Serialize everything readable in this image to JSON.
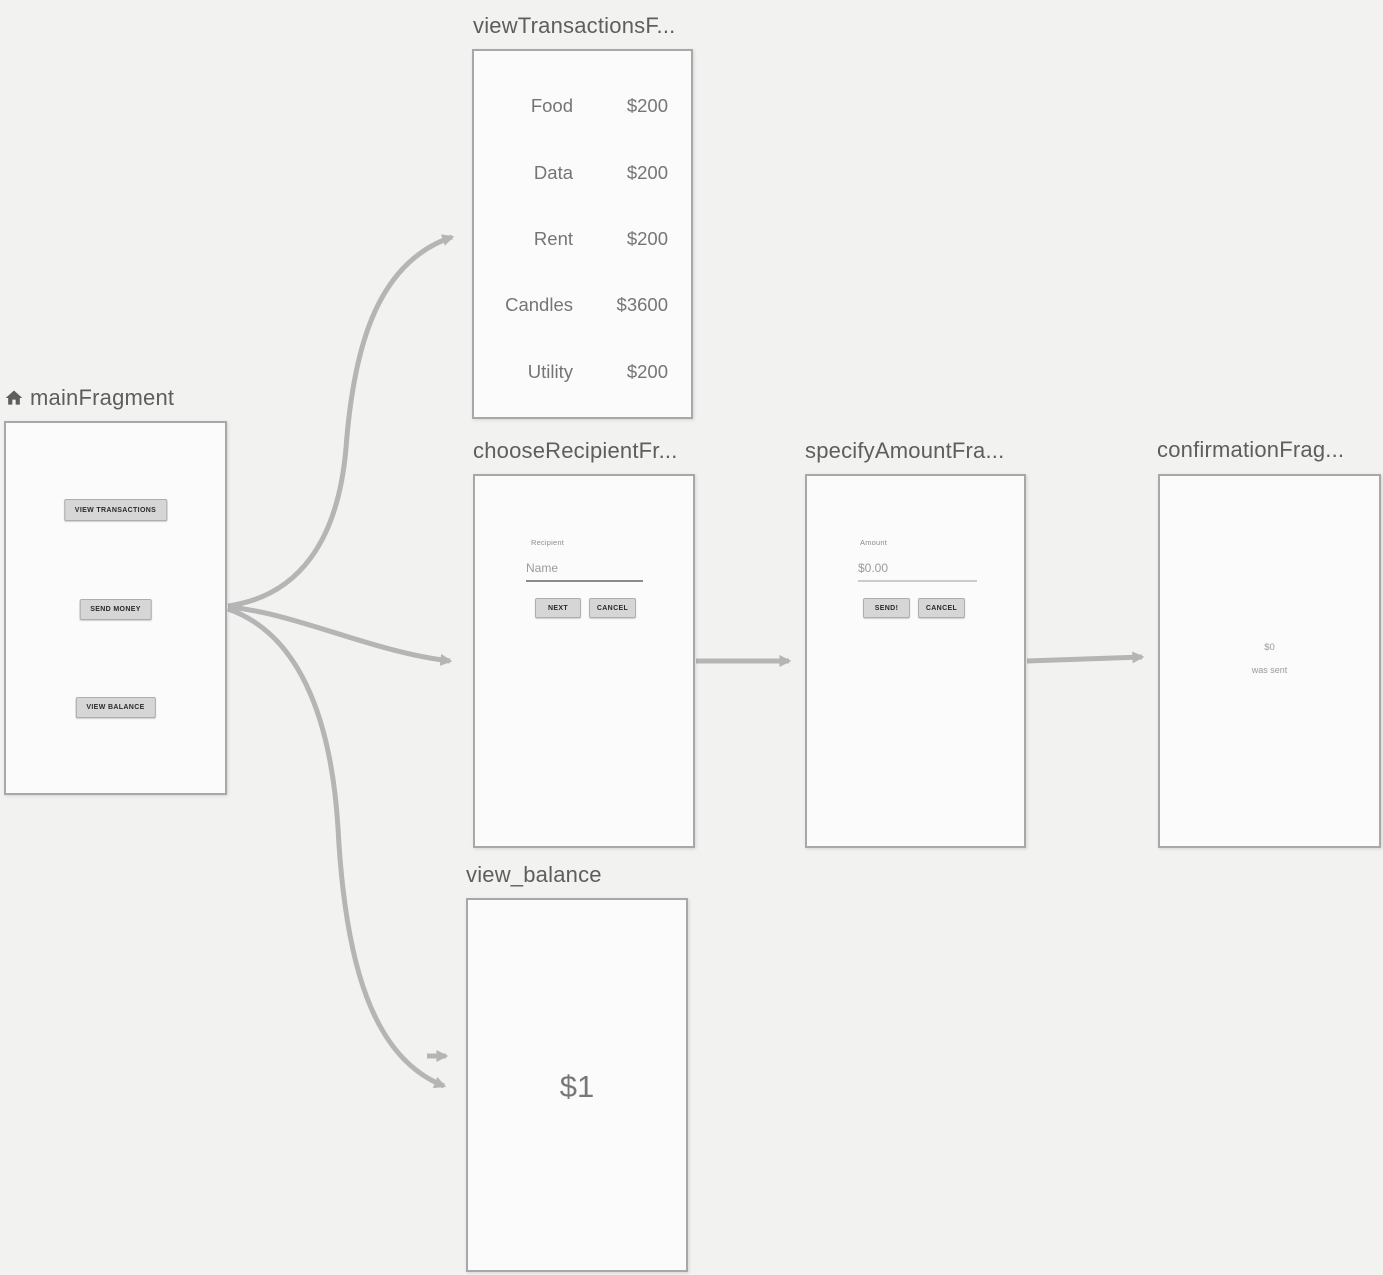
{
  "colors": {
    "background": "#f2f2f1",
    "card_bg": "#fbfbfb",
    "card_border": "#a8a8a8",
    "arrow": "#b5b5b5",
    "title_text": "#5e5e5e",
    "body_text": "#757575",
    "button_bg": "#d6d6d6",
    "hint_text": "#9b9b9b"
  },
  "fragments": {
    "main": {
      "title": "mainFragment",
      "home_icon": "home-icon",
      "buttons": {
        "view_transactions": "VIEW TRANSACTIONS",
        "send_money": "SEND MONEY",
        "view_balance": "VIEW BALANCE"
      }
    },
    "view_transactions": {
      "title": "viewTransactionsF...",
      "rows": [
        {
          "label": "Food",
          "amount": "$200"
        },
        {
          "label": "Data",
          "amount": "$200"
        },
        {
          "label": "Rent",
          "amount": "$200"
        },
        {
          "label": "Candles",
          "amount": "$3600"
        },
        {
          "label": "Utility",
          "amount": "$200"
        }
      ]
    },
    "choose_recipient": {
      "title": "chooseRecipientFr...",
      "field_label": "Recipient",
      "placeholder": "Name",
      "next_label": "NEXT",
      "cancel_label": "CANCEL"
    },
    "specify_amount": {
      "title": "specifyAmountFra...",
      "field_label": "Amount",
      "placeholder": "$0.00",
      "send_label": "SEND!",
      "cancel_label": "CANCEL"
    },
    "confirmation": {
      "title": "confirmationFrag...",
      "amount": "$0",
      "message": "was sent"
    },
    "view_balance": {
      "title": "view_balance",
      "balance": "$1"
    }
  },
  "edges": [
    {
      "from": "mainFragment",
      "to": "viewTransactionsFragment"
    },
    {
      "from": "mainFragment",
      "to": "chooseRecipientFragment"
    },
    {
      "from": "mainFragment",
      "to": "view_balance"
    },
    {
      "from": "chooseRecipientFragment",
      "to": "specifyAmountFragment"
    },
    {
      "from": "specifyAmountFragment",
      "to": "confirmationFragment"
    },
    {
      "from": "global",
      "to": "view_balance"
    }
  ]
}
